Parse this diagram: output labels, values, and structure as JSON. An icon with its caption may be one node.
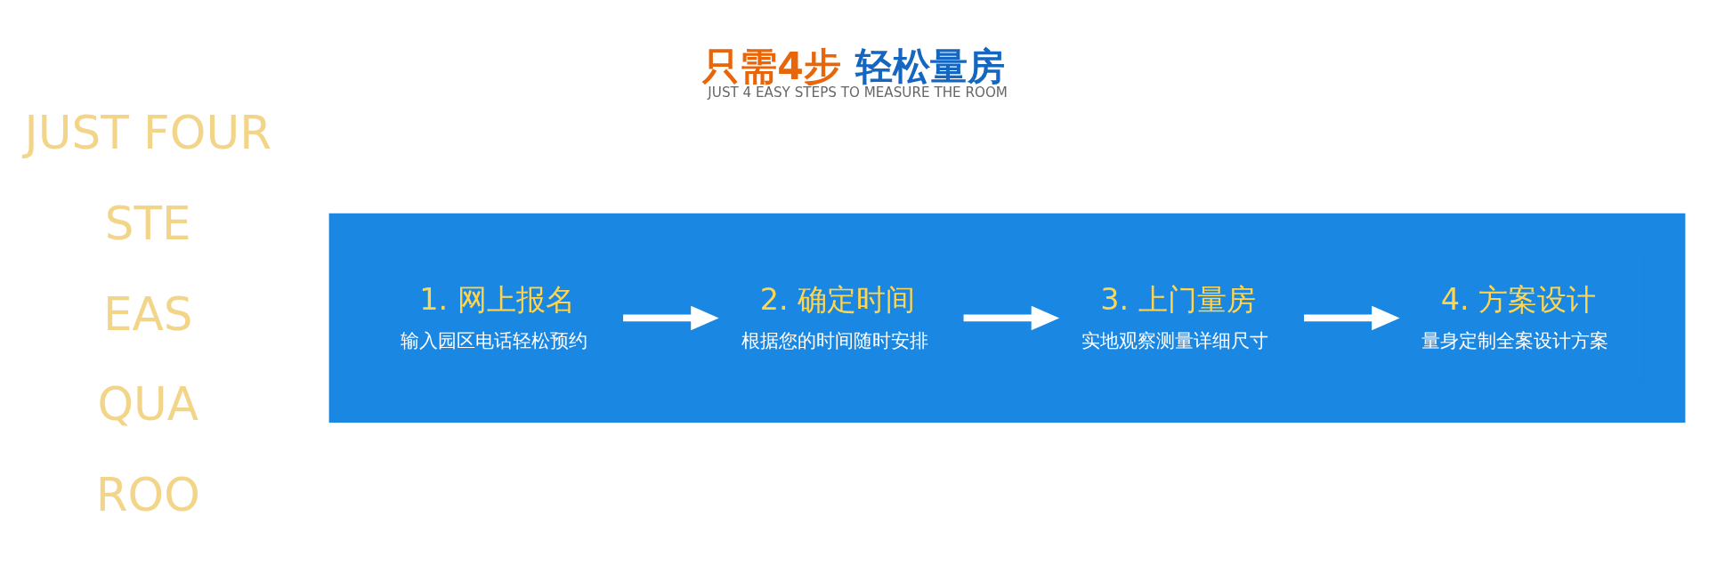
{
  "diagram": {
    "title": "只需4步 轻松量房",
    "nodes": [
      {
        "text": [],
        "shape": "box"
      },
      {
        "text": [
          "1. 网上报名",
          "输入园区电话轻松预约"
        ],
        "in": 0
      },
      {
        "text": [
          "2. 确定时间",
          "根据您的时间随时安排"
        ],
        "in": 0
      },
      {
        "text": [
          "3. 上门量房",
          "实地观察测量详细尺寸"
        ],
        "in": 0
      },
      {
        "text": [
          "4. 方案设计",
          "量身定制全案设计方案"
        ],
        "in": 0
      }
    ],
    "edges": [
      {
        "from": 1,
        "to": 2,
        "arrow": "to"
      },
      {
        "from": 2,
        "to": 3,
        "arrow": "to"
      },
      {
        "from": 3,
        "to": 4,
        "arrow": "to"
      }
    ],
    "labels": [
      "JUST 4 EASY STEPS TO MEASURE THE ROOM",
      "JUST FOUR",
      "STE",
      "EAS",
      "QUA",
      "ROO"
    ]
  }
}
